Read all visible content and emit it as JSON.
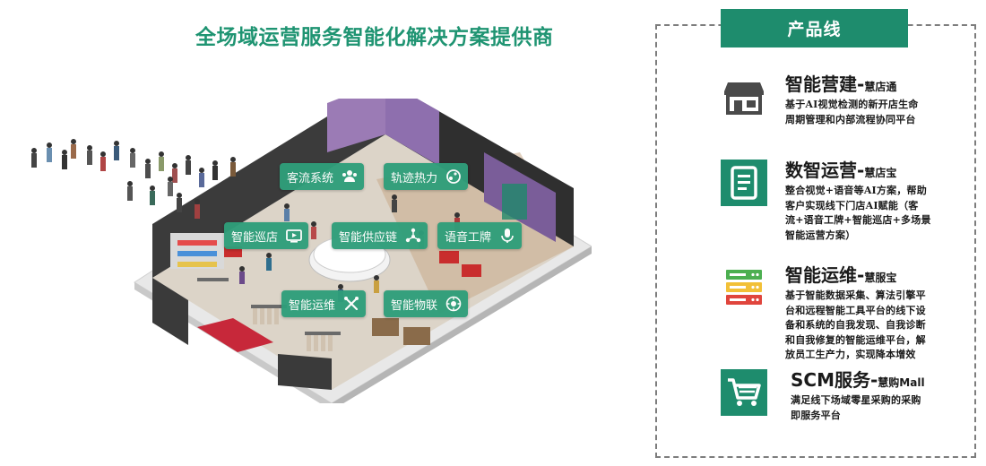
{
  "header": {
    "title": "全场域运营服务智能化解决方案提供商"
  },
  "scene": {
    "features": [
      {
        "label": "客流系统",
        "icon": "people-icon"
      },
      {
        "label": "轨迹热力",
        "icon": "heatmap-icon"
      },
      {
        "label": "智能巡店",
        "icon": "video-icon"
      },
      {
        "label": "智能供应链",
        "icon": "network-icon"
      },
      {
        "label": "语音工牌",
        "icon": "microphone-icon"
      },
      {
        "label": "智能运维",
        "icon": "tools-icon"
      },
      {
        "label": "智能物联",
        "icon": "iot-icon"
      }
    ]
  },
  "panel": {
    "title": "产品线",
    "products": [
      {
        "name": "智能营建-",
        "sub": "慧店通",
        "icon": "storefront-icon",
        "desc_lines": [
          "基于AI视觉检测的新开店生命",
          "周期管理和内部流程协同平台"
        ]
      },
      {
        "name": "数智运营-",
        "sub": "慧店宝",
        "icon": "document-icon",
        "desc_lines": [
          "整合视觉+语音等AI方案，帮助",
          "客户实现线下门店AI赋能（客",
          "流+语音工牌+智能巡店+多场景",
          "智能运营方案）"
        ]
      },
      {
        "name": "智能运维-",
        "sub": "慧服宝",
        "icon": "server-rack-icon",
        "desc_lines": [
          "基于智能数据采集、算法引擎平",
          "台和远程智能工具平台的线下设",
          "备和系统的自我发现、自我诊断",
          "和自我修复的智能运维平台，解",
          "放员工生产力，实现降本增效"
        ]
      },
      {
        "name": "SCM服务-",
        "sub": "慧购Mall",
        "icon": "shopping-cart-icon",
        "desc_lines": [
          "满足线下场域零星采购的采购",
          "即服务平台"
        ]
      }
    ]
  },
  "colors": {
    "brand_green": "#1e8c6d",
    "tag_green": "#2f9e7a",
    "server_red": "#e0453d",
    "server_yellow": "#f2c037",
    "server_green": "#4caf50"
  }
}
